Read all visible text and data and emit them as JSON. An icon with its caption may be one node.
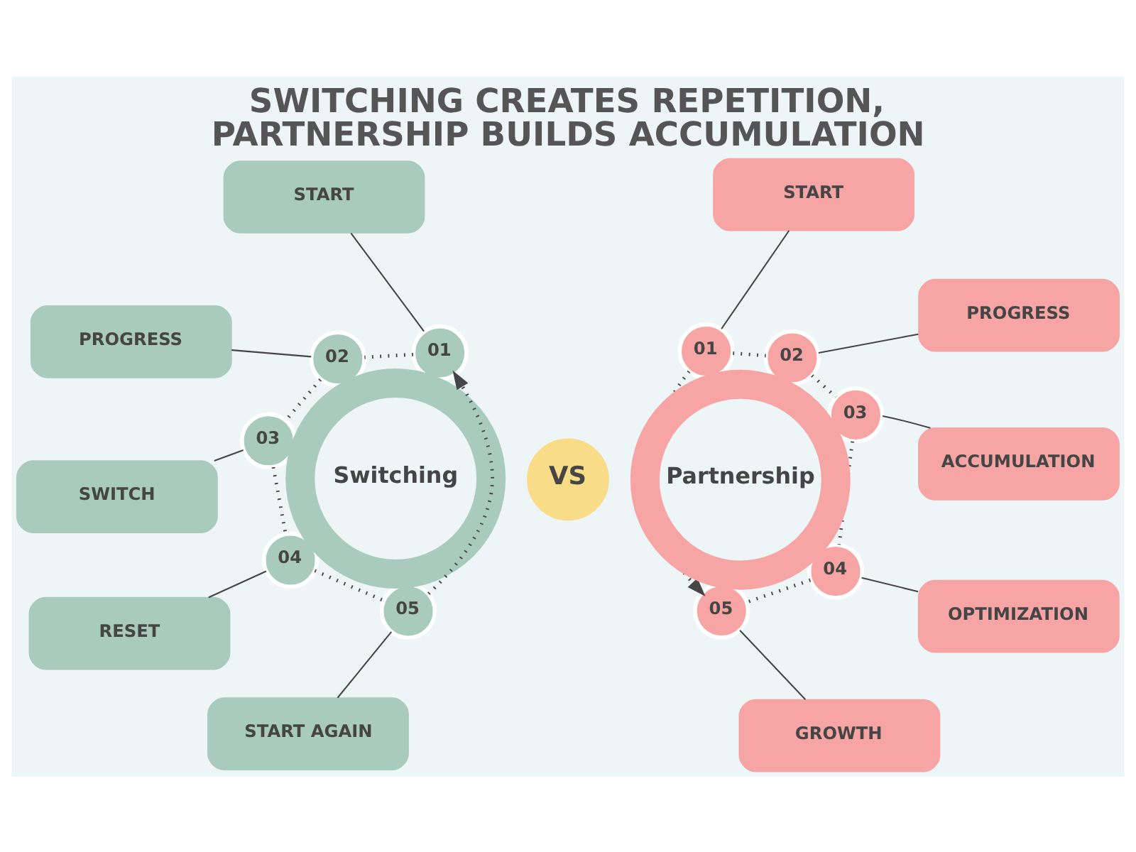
{
  "diagram": {
    "title": "SWITCHING CREATES REPETITION, PARTNERSHIP BUILDS ACCUMULATION",
    "nodes": [
      {
        "text": [
          "Switching"
        ]
      },
      {
        "text": [
          "VS"
        ]
      },
      {
        "text": [
          "Partnership"
        ]
      },
      {
        "text": [
          "01"
        ]
      },
      {
        "text": [
          "02"
        ]
      },
      {
        "text": [
          "03"
        ]
      },
      {
        "text": [
          "04"
        ]
      },
      {
        "text": [
          "05"
        ]
      },
      {
        "text": [
          "START"
        ]
      },
      {
        "text": [
          "PROGRESS"
        ]
      },
      {
        "text": [
          "SWITCH"
        ]
      },
      {
        "text": [
          "RESET"
        ]
      },
      {
        "text": [
          "START AGAIN"
        ]
      },
      {
        "text": [
          "01"
        ]
      },
      {
        "text": [
          "02"
        ]
      },
      {
        "text": [
          "03"
        ]
      },
      {
        "text": [
          "04"
        ]
      },
      {
        "text": [
          "05"
        ]
      },
      {
        "text": [
          "START"
        ]
      },
      {
        "text": [
          "PROGRESS"
        ]
      },
      {
        "text": [
          "ACCUMULATION"
        ]
      },
      {
        "text": [
          "OPTIMIZATION"
        ]
      },
      {
        "text": [
          "GROWTH"
        ]
      }
    ],
    "edges": [
      {
        "from": 8,
        "to": 3,
        "arrow": "none"
      },
      {
        "from": 9,
        "to": 4,
        "arrow": "none"
      },
      {
        "from": 10,
        "to": 5,
        "arrow": "none"
      },
      {
        "from": 11,
        "to": 6,
        "arrow": "none"
      },
      {
        "from": 12,
        "to": 7,
        "arrow": "none"
      },
      {
        "from": 3,
        "to": 4,
        "arrow": "none",
        "style": "dashed"
      },
      {
        "from": 4,
        "to": 5,
        "arrow": "none",
        "style": "dashed"
      },
      {
        "from": 5,
        "to": 6,
        "arrow": "none",
        "style": "dashed"
      },
      {
        "from": 6,
        "to": 7,
        "arrow": "none",
        "style": "dashed"
      },
      {
        "from": 7,
        "to": 3,
        "arrow": "to",
        "style": "dashed"
      },
      {
        "from": 18,
        "to": 13,
        "arrow": "none"
      },
      {
        "from": 19,
        "to": 14,
        "arrow": "none"
      },
      {
        "from": 20,
        "to": 15,
        "arrow": "none"
      },
      {
        "from": 21,
        "to": 16,
        "arrow": "none"
      },
      {
        "from": 22,
        "to": 17,
        "arrow": "none"
      },
      {
        "from": 13,
        "to": 14,
        "arrow": "none",
        "style": "dashed"
      },
      {
        "from": 14,
        "to": 15,
        "arrow": "none",
        "style": "dashed"
      },
      {
        "from": 15,
        "to": 16,
        "arrow": "none",
        "style": "dashed"
      },
      {
        "from": 16,
        "to": 17,
        "arrow": "none",
        "style": "dashed"
      },
      {
        "from": 13,
        "to": 17,
        "arrow": "to",
        "style": "dashed"
      }
    ]
  }
}
